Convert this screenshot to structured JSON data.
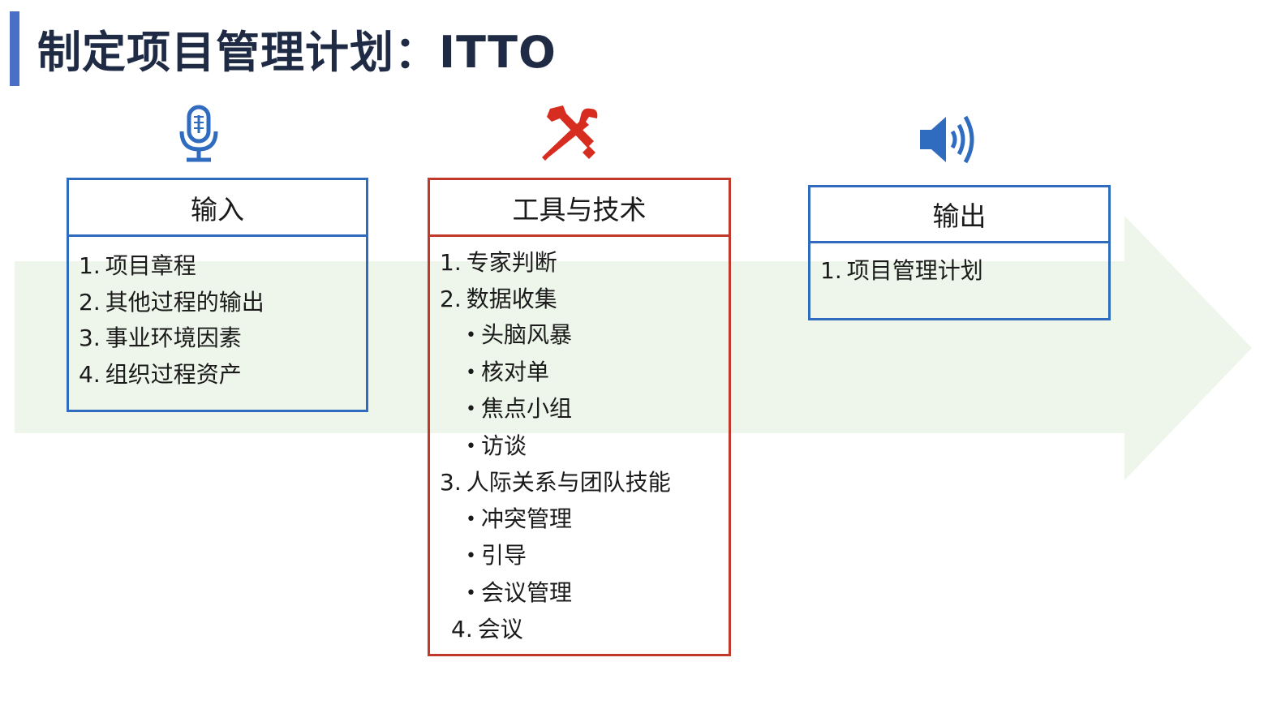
{
  "title": "制定项目管理计划：ITTO",
  "colors": {
    "input_border": "#2f6bbf",
    "tools_border": "#c0392b",
    "accent_bar": "#4a6fc7",
    "band": "#eef5ea"
  },
  "icons": {
    "input": "microphone-icon",
    "tools": "tools-icon",
    "output": "speaker-icon"
  },
  "inputs": {
    "header": "输入",
    "items": [
      {
        "num": "1.",
        "text": "项目章程"
      },
      {
        "num": "2.",
        "text": "其他过程的输出"
      },
      {
        "num": "3.",
        "text": "事业环境因素"
      },
      {
        "num": "4.",
        "text": "组织过程资产"
      }
    ]
  },
  "tools": {
    "header": "工具与技术",
    "rows": [
      {
        "num": "1.",
        "text": "专家判断"
      },
      {
        "num": "2.",
        "text": "数据收集"
      },
      {
        "sub": "头脑风暴"
      },
      {
        "sub": "核对单"
      },
      {
        "sub": "焦点小组"
      },
      {
        "sub": "访谈"
      },
      {
        "num": "3.",
        "text": "人际关系与团队技能"
      },
      {
        "sub": "冲突管理"
      },
      {
        "sub": "引导"
      },
      {
        "sub": "会议管理"
      },
      {
        "num": "4.",
        "text": "会议"
      }
    ]
  },
  "outputs": {
    "header": "输出",
    "items": [
      {
        "num": "1.",
        "text": "项目管理计划"
      }
    ]
  }
}
